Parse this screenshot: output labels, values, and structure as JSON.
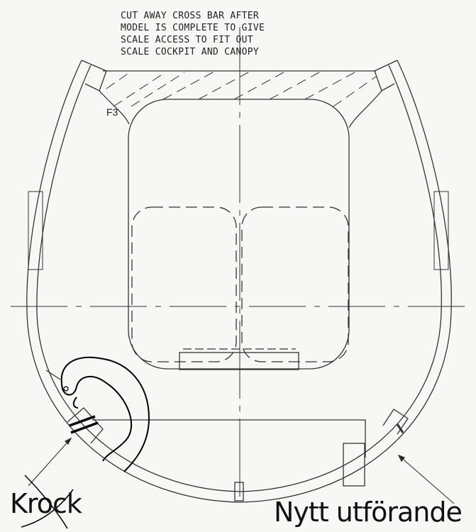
{
  "note": {
    "lines": [
      "CUT AWAY CROSS BAR AFTER",
      "MODEL IS COMPLETE TO GIVE",
      "SCALE ACCESS TO FIT OUT",
      "SCALE COCKPIT AND CANOPY"
    ]
  },
  "labels": {
    "former": "F3",
    "crossed_out": "Krock",
    "new_version": "Nytt utförande"
  }
}
